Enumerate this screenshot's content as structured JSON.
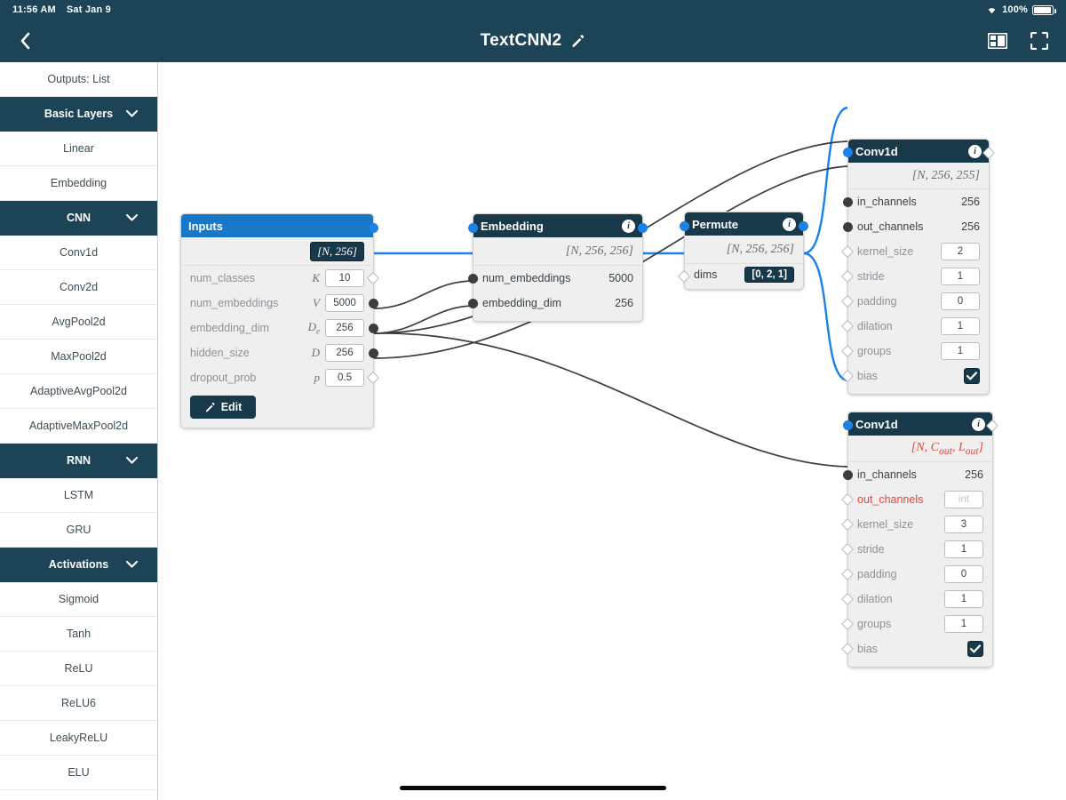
{
  "status_bar": {
    "time": "11:56 AM",
    "date": "Sat Jan 9",
    "battery_pct": "100%",
    "wifi_icon": "wifi-icon",
    "battery_icon": "battery-icon"
  },
  "nav": {
    "back_icon": "chevron-left-icon",
    "title": "TextCNN2",
    "edit_icon": "pencil-icon",
    "panel_icon": "panel-layout-icon",
    "fullscreen_icon": "fullscreen-icon"
  },
  "sidebar": {
    "items": [
      {
        "label": "Outputs: List",
        "type": "item"
      },
      {
        "label": "Basic Layers",
        "type": "header",
        "chevron": "chevron-down-icon"
      },
      {
        "label": "Linear",
        "type": "item"
      },
      {
        "label": "Embedding",
        "type": "item"
      },
      {
        "label": "CNN",
        "type": "header",
        "chevron": "chevron-down-icon"
      },
      {
        "label": "Conv1d",
        "type": "item"
      },
      {
        "label": "Conv2d",
        "type": "item"
      },
      {
        "label": "AvgPool2d",
        "type": "item"
      },
      {
        "label": "MaxPool2d",
        "type": "item"
      },
      {
        "label": "AdaptiveAvgPool2d",
        "type": "item"
      },
      {
        "label": "AdaptiveMaxPool2d",
        "type": "item"
      },
      {
        "label": "RNN",
        "type": "header",
        "chevron": "chevron-down-icon"
      },
      {
        "label": "LSTM",
        "type": "item"
      },
      {
        "label": "GRU",
        "type": "item"
      },
      {
        "label": "Activations",
        "type": "header",
        "chevron": "chevron-down-icon"
      },
      {
        "label": "Sigmoid",
        "type": "item"
      },
      {
        "label": "Tanh",
        "type": "item"
      },
      {
        "label": "ReLU",
        "type": "item"
      },
      {
        "label": "ReLU6",
        "type": "item"
      },
      {
        "label": "LeakyReLU",
        "type": "item"
      },
      {
        "label": "ELU",
        "type": "item"
      }
    ]
  },
  "colors": {
    "navy": "#1d4356",
    "node_header": "#17394a",
    "inputs_header": "#1878c8",
    "edge_tensor": "#1a82e8",
    "edge_param": "#3d3d3d",
    "error_red": "#e8453c"
  },
  "nodes": {
    "inputs": {
      "title": "Inputs",
      "output_shape": "[N, 256]",
      "edit_label": "Edit",
      "edit_icon": "pencil-icon",
      "params": [
        {
          "name": "num_classes",
          "symbol": "K",
          "value": "10"
        },
        {
          "name": "num_embeddings",
          "symbol": "V",
          "value": "5000"
        },
        {
          "name": "embedding_dim",
          "symbol": "De",
          "value": "256"
        },
        {
          "name": "hidden_size",
          "symbol": "D",
          "value": "256"
        },
        {
          "name": "dropout_prob",
          "symbol": "p",
          "value": "0.5"
        }
      ]
    },
    "embedding": {
      "title": "Embedding",
      "info_icon": "info-icon",
      "output_shape": "[N, 256, 256]",
      "params": [
        {
          "name": "num_embeddings",
          "value": "5000"
        },
        {
          "name": "embedding_dim",
          "value": "256"
        }
      ]
    },
    "permute": {
      "title": "Permute",
      "info_icon": "info-icon",
      "output_shape": "[N, 256, 256]",
      "params": [
        {
          "name": "dims",
          "value": "[0, 2, 1]"
        }
      ]
    },
    "conv1d_a": {
      "title": "Conv1d",
      "info_icon": "info-icon",
      "output_shape": "[N, 256, 255]",
      "params": [
        {
          "name": "in_channels",
          "value": "256",
          "kind": "text"
        },
        {
          "name": "out_channels",
          "value": "256",
          "kind": "text"
        },
        {
          "name": "kernel_size",
          "value": "2",
          "kind": "field"
        },
        {
          "name": "stride",
          "value": "1",
          "kind": "field"
        },
        {
          "name": "padding",
          "value": "0",
          "kind": "field"
        },
        {
          "name": "dilation",
          "value": "1",
          "kind": "field"
        },
        {
          "name": "groups",
          "value": "1",
          "kind": "field"
        },
        {
          "name": "bias",
          "value": "checked",
          "kind": "check"
        }
      ]
    },
    "conv1d_b": {
      "title": "Conv1d",
      "info_icon": "info-icon",
      "output_shape": "[N, Cout, Lout]",
      "params": [
        {
          "name": "in_channels",
          "value": "256",
          "kind": "text"
        },
        {
          "name": "out_channels",
          "value": "int",
          "kind": "placeholder"
        },
        {
          "name": "kernel_size",
          "value": "3",
          "kind": "field"
        },
        {
          "name": "stride",
          "value": "1",
          "kind": "field"
        },
        {
          "name": "padding",
          "value": "0",
          "kind": "field"
        },
        {
          "name": "dilation",
          "value": "1",
          "kind": "field"
        },
        {
          "name": "groups",
          "value": "1",
          "kind": "field"
        },
        {
          "name": "bias",
          "value": "checked",
          "kind": "check"
        }
      ]
    }
  }
}
